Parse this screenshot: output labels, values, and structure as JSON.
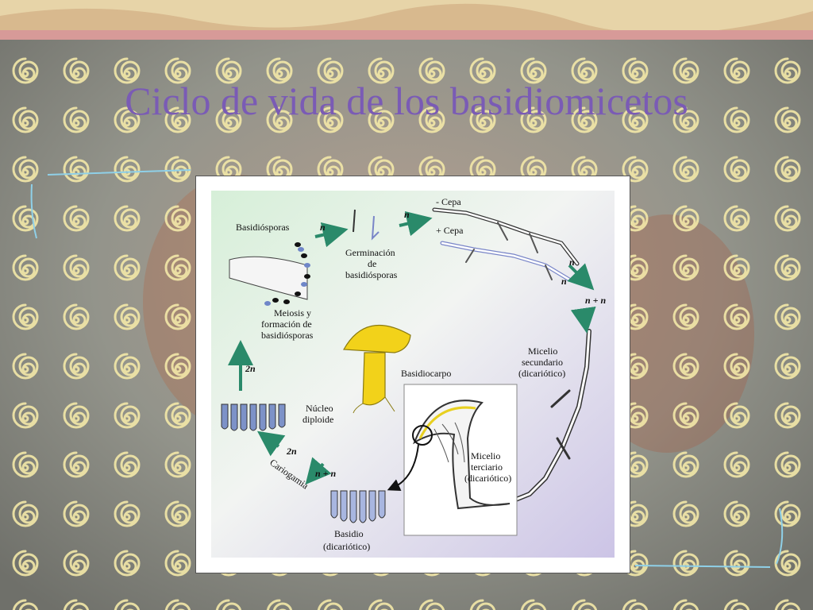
{
  "slide": {
    "title": "Ciclo de vida de los basidiomicetos"
  },
  "diagram": {
    "labels": {
      "basidiosporas": "Basidiósporas",
      "n1": "n",
      "germinacion_l1": "Germinación",
      "germinacion_l2": "de",
      "germinacion_l3": "basidiósporas",
      "n2": "n",
      "cepa_minus": "- Cepa",
      "cepa_plus": "+ Cepa",
      "n3": "n",
      "n4": "n",
      "n_plus_n_right": "n + n",
      "micelio_sec_l1": "Micelio",
      "micelio_sec_l2": "secundario",
      "micelio_sec_l3": "(dicariótico)",
      "meiosis_l1": "Meiosis y",
      "meiosis_l2": "formación de",
      "meiosis_l3": "basidiósporas",
      "two_n_1": "2n",
      "basidiocarpo": "Basidiocarpo",
      "nucleo_l1": "Núcleo",
      "nucleo_l2": "diploide",
      "two_n_2": "2n",
      "n_plus_n_left": "n + n",
      "cariogamia": "Cariogamia",
      "micelio_ter_l1": "Micelio",
      "micelio_ter_l2": "terciario",
      "micelio_ter_l3": "(dicariótico)",
      "basidio_l1": "Basidio",
      "basidio_l2": "(dicariótico)"
    },
    "colors": {
      "arrow": "#2a8a6a",
      "mushroom": "#f2d21a",
      "spore_blue": "#6f86c8",
      "title": "#7a5bb5"
    }
  }
}
